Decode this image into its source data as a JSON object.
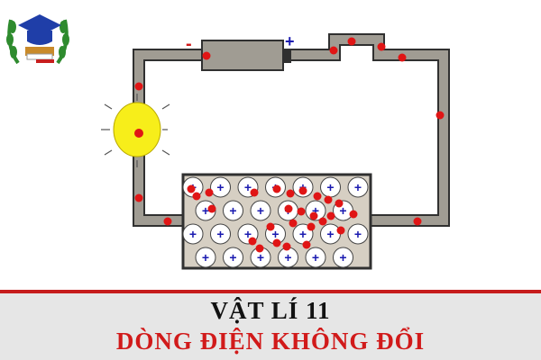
{
  "banner": {
    "subject": "VẬT LÍ 11",
    "lesson": "DÒNG ĐIỆN KHÔNG ĐỔI"
  },
  "battery": {
    "negative_label": "-",
    "positive_label": "+"
  },
  "lattice": {
    "ion_label": "+",
    "ion_rows": 4,
    "ion_cols": 7
  },
  "colors": {
    "wire": "#a09c93",
    "wire_edge": "#303030",
    "electron": "#e01515",
    "bulb": "#f7ee1a",
    "ion_plus": "#1a1ab0",
    "conductor_fill": "#d6cfc3",
    "accent": "#c61c1c"
  },
  "icons": {
    "logo": "graduation-cap-laurel-logo",
    "bulb": "light-bulb-icon"
  }
}
